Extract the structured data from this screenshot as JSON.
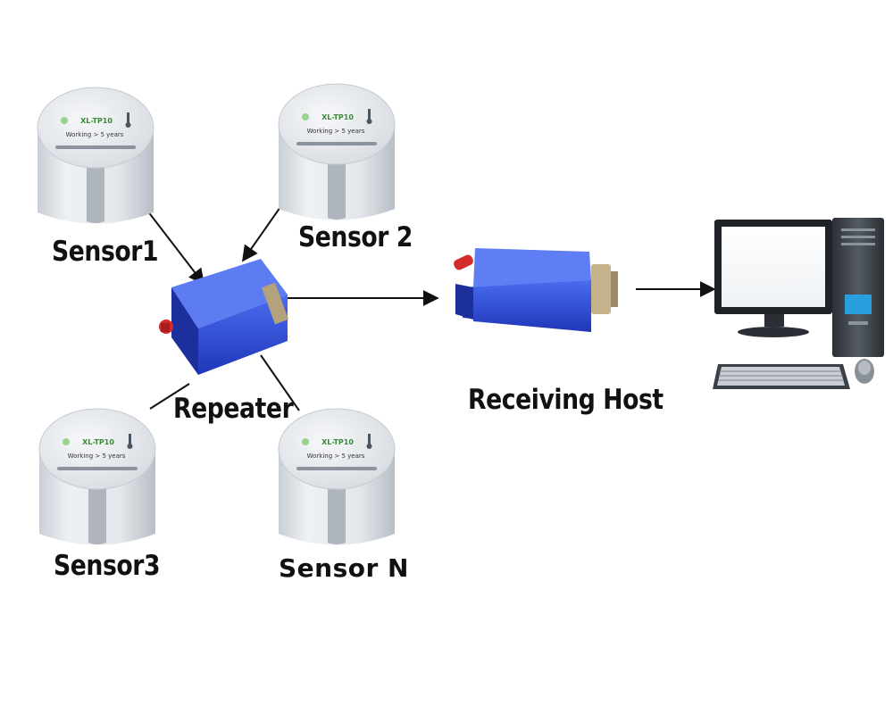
{
  "nodes": {
    "sensor1": {
      "label": "Sensor1",
      "model": "XL-TP10",
      "spec": "Working  > 5 years"
    },
    "sensor2": {
      "label": "Sensor 2",
      "model": "XL-TP10",
      "spec": "Working  > 5 years"
    },
    "sensor3": {
      "label": "Sensor3",
      "model": "XL-TP10",
      "spec": "Working  > 5 years"
    },
    "sensorN": {
      "label": "Sensor N",
      "model": "XL-TP10",
      "spec": "Working  > 5 years"
    },
    "repeater": {
      "label": "Repeater"
    },
    "receiving_host": {
      "label": "Receiving Host"
    }
  },
  "edges": [
    {
      "from": "sensor1",
      "to": "repeater",
      "arrow": true
    },
    {
      "from": "sensor2",
      "to": "repeater",
      "arrow": true
    },
    {
      "from": "sensor3",
      "to": "repeater",
      "arrow": false
    },
    {
      "from": "sensorN",
      "to": "repeater",
      "arrow": false
    },
    {
      "from": "repeater",
      "to": "receiving_host",
      "arrow": true
    },
    {
      "from": "receiving_host",
      "to": "computer",
      "arrow": true
    }
  ],
  "colors": {
    "device_blue": "#2f4fd6",
    "device_blue_dark": "#1c2f9c",
    "sensor_body": "#e4e8ec",
    "line": "#111111"
  }
}
